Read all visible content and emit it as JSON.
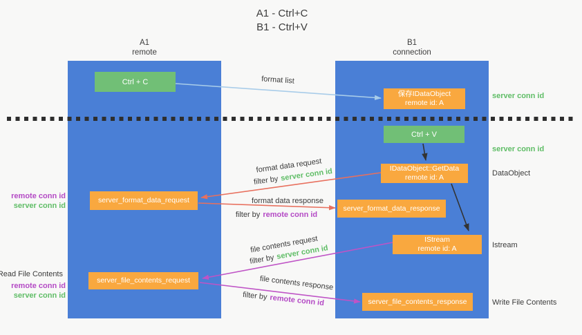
{
  "title": {
    "line1": "A1 - Ctrl+C",
    "line2": "B1 - Ctrl+V"
  },
  "columns": {
    "left": {
      "name": "A1",
      "role": "remote"
    },
    "right": {
      "name": "B1",
      "role": "connection"
    }
  },
  "nodes": {
    "ctrl_c": {
      "label": "Ctrl + C"
    },
    "saved_dataobject": {
      "line1": "保存IDataObject",
      "line2": "remote id: A"
    },
    "ctrl_v": {
      "label": "Ctrl + V"
    },
    "getdata": {
      "line1": "IDataObject::GetData",
      "line2": "remote id: A"
    },
    "format_request": {
      "label": "server_format_data_request"
    },
    "format_response": {
      "label": "server_format_data_response"
    },
    "istream": {
      "line1": "IStream",
      "line2": "remote id: A"
    },
    "file_request": {
      "label": "server_file_contents_request"
    },
    "file_response": {
      "label": "server_file_contents_response"
    }
  },
  "edge_labels": {
    "format_list": "format list",
    "format_data_request": "format data request",
    "format_data_response": "format data response",
    "file_contents_request": "file contents request",
    "file_contents_response": "file contents response",
    "filter_by": "filter by",
    "server_conn_id": "server conn id",
    "remote_conn_id": "remote conn id"
  },
  "side_right": {
    "server_conn_id_1": "server conn id",
    "server_conn_id_2": "server conn id",
    "dataobject": "DataObject",
    "istream": "Istream",
    "write_file_contents": "Write File Contents"
  },
  "side_left": {
    "read_file_contents": "Read File Contents",
    "remote_conn_id_1": "remote conn id",
    "server_conn_id_1": "server conn id",
    "remote_conn_id_2": "remote conn id",
    "server_conn_id_2": "server conn id"
  },
  "colors": {
    "column_blue": "#4a7fd6",
    "box_green": "#71bf76",
    "box_orange": "#f9a83f",
    "arrow_lightblue": "#a8cce9",
    "arrow_red": "#e8705e",
    "arrow_magenta": "#bf54c6",
    "arrow_black": "#333333",
    "text_green": "#5fbd66",
    "text_purple": "#b44ac5",
    "dashed_line": "#2e2e2e",
    "background": "#f8f8f7"
  }
}
